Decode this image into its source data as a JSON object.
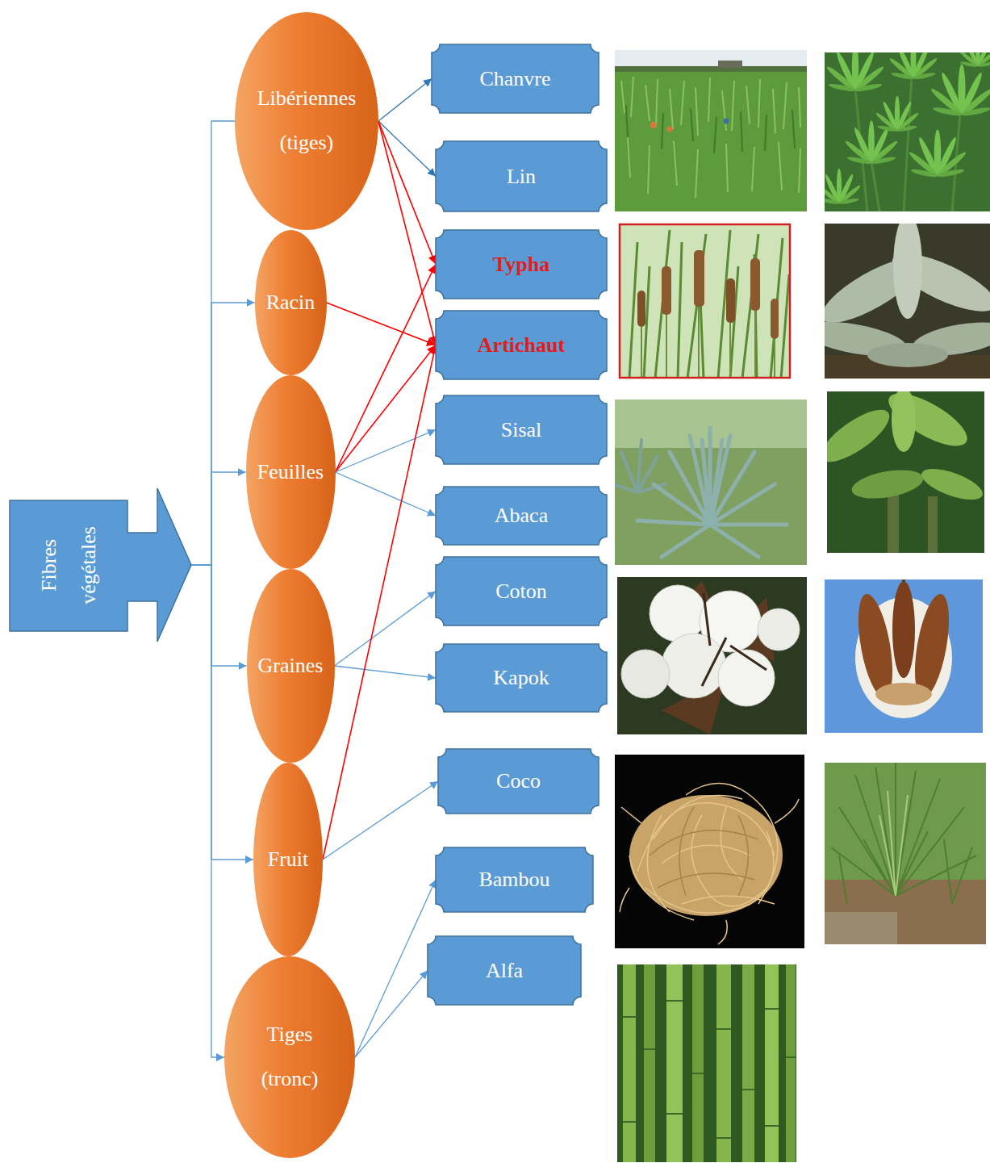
{
  "diagram": {
    "nodes": [
      {
        "text": [
          "Fibres végétales"
        ]
      },
      {
        "text": [
          "Libériennes (tiges)"
        ]
      },
      {
        "text": [
          "Racin"
        ]
      },
      {
        "text": [
          "Feuilles"
        ]
      },
      {
        "text": [
          "Graines"
        ]
      },
      {
        "text": [
          "Fruit"
        ]
      },
      {
        "text": [
          "Tiges (tronc)"
        ]
      },
      {
        "text": [
          "Chanvre"
        ]
      },
      {
        "text": [
          "Lin"
        ]
      },
      {
        "text": [
          "Typha"
        ]
      },
      {
        "text": [
          "Artichaut"
        ]
      },
      {
        "text": [
          "Sisal"
        ]
      },
      {
        "text": [
          "Abaca"
        ]
      },
      {
        "text": [
          "Coton"
        ]
      },
      {
        "text": [
          "Kapok"
        ]
      },
      {
        "text": [
          "Coco"
        ]
      },
      {
        "text": [
          "Bambou"
        ]
      },
      {
        "text": [
          "Alfa"
        ]
      }
    ],
    "edges": [
      {
        "from": 0,
        "to": 1,
        "arrow": "none"
      },
      {
        "from": 0,
        "to": 2,
        "arrow": "to"
      },
      {
        "from": 0,
        "to": 3,
        "arrow": "to"
      },
      {
        "from": 0,
        "to": 4,
        "arrow": "to"
      },
      {
        "from": 0,
        "to": 5,
        "arrow": "to"
      },
      {
        "from": 0,
        "to": 6,
        "arrow": "to"
      },
      {
        "from": 1,
        "to": 7,
        "arrow": "to"
      },
      {
        "from": 1,
        "to": 8,
        "arrow": "to"
      },
      {
        "from": 1,
        "to": 9,
        "arrow": "to"
      },
      {
        "from": 1,
        "to": 10,
        "arrow": "to"
      },
      {
        "from": 2,
        "to": 10,
        "arrow": "to"
      },
      {
        "from": 3,
        "to": 9,
        "arrow": "to"
      },
      {
        "from": 3,
        "to": 10,
        "arrow": "to"
      },
      {
        "from": 3,
        "to": 11,
        "arrow": "to"
      },
      {
        "from": 3,
        "to": 12,
        "arrow": "to"
      },
      {
        "from": 4,
        "to": 13,
        "arrow": "to"
      },
      {
        "from": 4,
        "to": 14,
        "arrow": "to"
      },
      {
        "from": 5,
        "to": 10,
        "arrow": "to"
      },
      {
        "from": 5,
        "to": 15,
        "arrow": "to"
      },
      {
        "from": 6,
        "to": 16,
        "arrow": "to"
      },
      {
        "from": 6,
        "to": 17,
        "arrow": "to"
      }
    ]
  }
}
